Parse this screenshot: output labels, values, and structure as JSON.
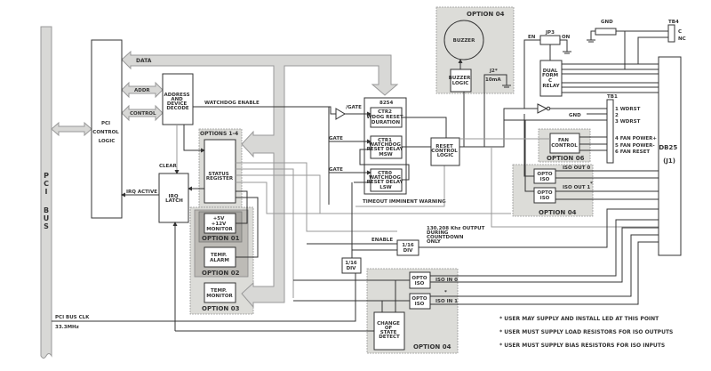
{
  "diagram": {
    "pci_bus": "PCI BUS",
    "pci_control_logic": [
      "PCI",
      "CONTROL",
      "LOGIC"
    ],
    "data_label": "DATA",
    "addr_label": "ADDR",
    "control_label": "CONTROL",
    "address_decode": [
      "ADDRESS",
      "AND",
      "DEVICE",
      "DECODE"
    ],
    "watchdog_enable": "WATCHDOG ENABLE",
    "options_1_4": "OPTIONS 1-4",
    "status_register": [
      "STATUS",
      "REGISTER"
    ],
    "clear_label": "CLEAR",
    "irq_active": "IRQ ACTIVE",
    "irq_latch": [
      "IRQ",
      "LATCH"
    ],
    "monitor_5v": [
      "+5V",
      "+12V",
      "MONITOR"
    ],
    "option_01": "OPTION 01",
    "temp_alarm": [
      "TEMP.",
      "ALARM"
    ],
    "option_02": "OPTION 02",
    "temp_monitor": [
      "TEMP.",
      "MONITOR"
    ],
    "option_03": "OPTION 03",
    "pci_bus_clk": "PCI BUS CLK",
    "clk_freq": "33.3MHz",
    "chip_8254": "8254",
    "gate_inv": "/GATE",
    "gate1": "GATE",
    "gate0": "GATE",
    "ctr2": [
      "CTR2",
      "WDOG RESET",
      "DURATION"
    ],
    "ctr1": [
      "CTR1",
      "WATCHDOG",
      "RESET DELAY",
      "MSW"
    ],
    "ctr0": [
      "CTR0",
      "WATCHDOG",
      "RESET DELAY",
      "LSW"
    ],
    "timeout_warning": "TIMEOUT IMMINENT WARNING",
    "reset_control": [
      "RESET",
      "CONTROL",
      "LOGIC"
    ],
    "option_04_top": "OPTION 04",
    "buzzer": "BUZZER",
    "buzzer_logic": [
      "BUZZER",
      "LOGIC"
    ],
    "j2": "J2*",
    "j2_current": "10mA",
    "en_label": "EN",
    "jp3": "JP3",
    "on_label": "ON",
    "gnd_top": "GND",
    "tb4": "TB4",
    "tb4_c": "C",
    "tb4_nc": "NC",
    "relay": [
      "DUAL",
      "FORM",
      "C",
      "RELAY"
    ],
    "tb1": "TB1",
    "tb1_pins": [
      "1 WDRST",
      "2",
      "3 WDRST",
      "4 FAN POWER+",
      "5 FAN POWER-",
      "6 FAN RESET"
    ],
    "gnd_tb1": "GND",
    "fan_control": [
      "FAN",
      "CONTROL"
    ],
    "option_06": "OPTION 06",
    "opto_iso": [
      "OPTO",
      "ISO"
    ],
    "iso_out_0": "ISO OUT 0",
    "iso_out_1": "ISO OUT 1",
    "asterisk": "*",
    "option_04_mid": "OPTION 04",
    "db25": [
      "DB25",
      "(J1)"
    ],
    "enable_label": "ENABLE",
    "div16": [
      "1/16",
      "DIV"
    ],
    "khz_output": [
      "130.208 Khz OUTPUT",
      "DURING",
      "COUNTDOWN",
      "ONLY"
    ],
    "iso_in_0": "ISO IN 0",
    "iso_in_1": "ISO IN 1",
    "change_of_state": [
      "CHANGE",
      "OF",
      "STATE",
      "DETECT"
    ],
    "option_04_bottom": "OPTION 04",
    "notes": [
      "* USER MAY SUPPLY AND INSTALL LED AT THIS POINT",
      "* USER MUST SUPPLY LOAD RESISTORS FOR ISO OUTPUTS",
      "* USER MUST SUPPLY BIAS RESISTORS FOR ISO INPUTS"
    ]
  }
}
